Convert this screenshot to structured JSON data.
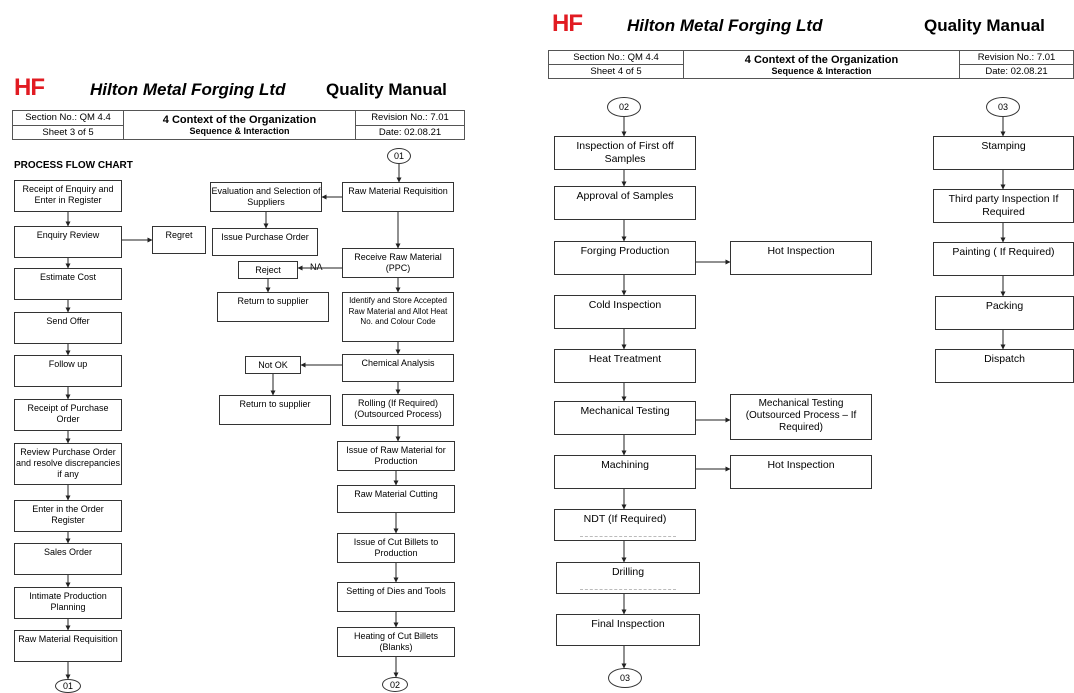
{
  "page1": {
    "logo": "HF",
    "company": "Hilton Metal Forging Ltd",
    "manual_title": "Quality Manual",
    "section_no": "Section No.: QM 4.4",
    "sheet": "Sheet  3 of  5",
    "doc_title": "4 Context of the Organization",
    "doc_subtitle": "Sequence & Interaction",
    "revision": "Revision No.: 7.01",
    "date": "Date: 02.08.21",
    "flow_title": "PROCESS FLOW CHART",
    "connector_top": "01",
    "connector_bottom_left": "01",
    "connector_bottom_right": "02",
    "left_column": [
      "Receipt of Enquiry and Enter in Register",
      "Enquiry Review",
      "Estimate Cost",
      "Send Offer",
      "Follow up",
      "Receipt of Purchase Order",
      "Review Purchase Order and resolve discrepancies if any",
      "Enter in the Order Register",
      "Sales Order",
      "Intimate Production Planning",
      "Raw Material Requisition"
    ],
    "regret": "Regret",
    "middle_column": [
      "Evaluation and Selection of Suppliers",
      "Issue Purchase Order",
      "Reject",
      "Return to supplier",
      "Not OK",
      "Return to supplier"
    ],
    "na_label": "NA",
    "right_column": [
      "Raw Material Requisition",
      "Receive Raw Material (PPC)",
      "Identify and Store Accepted Raw Material and Allot Heat No. and Colour Code",
      "Chemical Analysis",
      "Rolling (If Required) (Outsourced Process)",
      "Issue of Raw Material for Production",
      "Raw Material Cutting",
      "Issue of Cut Billets to Production",
      "Setting of Dies and Tools",
      "Heating of Cut Billets (Blanks)"
    ]
  },
  "page2": {
    "logo": "HF",
    "company": "Hilton Metal Forging Ltd",
    "manual_title": "Quality Manual",
    "section_no": "Section No.: QM 4.4",
    "sheet": "Sheet  4 of  5",
    "doc_title": "4 Context of the Organization",
    "doc_subtitle": "Sequence & Interaction",
    "revision": "Revision No.: 7.01",
    "date": "Date: 02.08.21",
    "connector_top_left": "02",
    "connector_top_right": "03",
    "connector_bottom": "03",
    "main_column": [
      "Inspection of First off Samples",
      "Approval of Samples",
      "Forging Production",
      "Cold Inspection",
      "Heat Treatment",
      "Mechanical Testing",
      "Machining",
      "NDT (If Required)",
      "Drilling",
      "Final Inspection"
    ],
    "side_boxes": [
      "Hot Inspection",
      "Mechanical Testing (Outsourced Process – If Required)",
      "Hot Inspection"
    ],
    "right_column": [
      "Stamping",
      "Third party Inspection If Required",
      "Painting ( If Required)",
      "Packing",
      "Dispatch"
    ]
  }
}
